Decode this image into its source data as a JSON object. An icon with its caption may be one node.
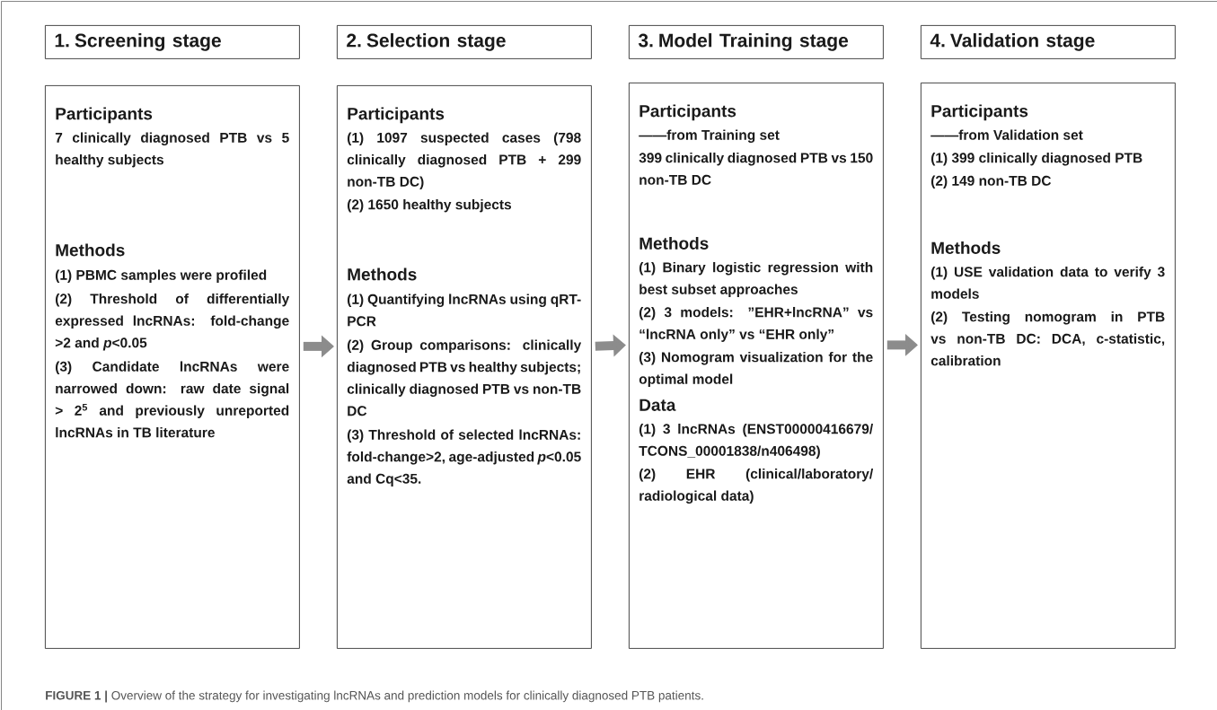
{
  "diagram": {
    "caption": "**FIGURE 1 |** Overview of the strategy for investigating lncRNAs and prediction models for clinically diagnosed PTB patients.",
    "nodes": [
      {
        "text": [
          "1. Screening stage"
        ]
      },
      {
        "text": [
          "2. Selection stage"
        ]
      },
      {
        "text": [
          "3. Model Training stage"
        ]
      },
      {
        "text": [
          "4. Validation stage"
        ]
      },
      {
        "text": [
          "Participants",
          "7 clinically diagnosed PTB vs 5 healthy subjects",
          "Methods",
          "(1) PBMC samples were profiled",
          "(2) Threshold of differentially expressed lncRNAs: fold-change >2 and *p*<0.05",
          "(3) Candidate lncRNAs were narrowed down: raw date signal > 2$^{5}$ and previously unreported lncRNAs in TB literature"
        ]
      },
      {
        "text": [
          "Participants",
          "(1) 1097 suspected cases (798 clinically diagnosed PTB + 299 non-TB DC)",
          "(2) 1650 healthy subjects",
          "Methods",
          "(1) Quantifying lncRNAs using qRT-PCR",
          "(2) Group comparisons: clinically diagnosed PTB vs healthy subjects; clinically diagnosed PTB vs non-TB DC",
          "(3) Threshold of selected lncRNAs: fold-change>2, age-adjusted *p*<0.05 and Cq<35."
        ]
      },
      {
        "text": [
          "Participants",
          "——from Training set",
          "399 clinically diagnosed PTB vs 150 non-TB DC",
          "Methods",
          "(1) Binary logistic regression with best subset approaches",
          "(2) 3 models: ”EHR+lncRNA” vs “lncRNA only” vs “EHR only”",
          "(3) Nomogram visualization for the optimal model",
          "Data",
          "(1) 3 lncRNAs (ENST00000416679/TCONS_00001838/n406498)",
          "(2) EHR (clinical/laboratory/radiological data)"
        ]
      },
      {
        "text": [
          "Participants",
          "——from Validation set",
          "(1) 399 clinically diagnosed PTB",
          "(2) 149 non-TB DC",
          "Methods",
          "(1) USE validation data to verify 3 models",
          "(2) Testing nomogram in PTB vs non-TB DC: DCA, c-statistic, calibration"
        ]
      }
    ],
    "edges": [
      {
        "from": 4,
        "to": 5,
        "arrow": "to"
      },
      {
        "from": 5,
        "to": 6,
        "arrow": "to"
      },
      {
        "from": 6,
        "to": 7,
        "arrow": "to"
      }
    ]
  }
}
